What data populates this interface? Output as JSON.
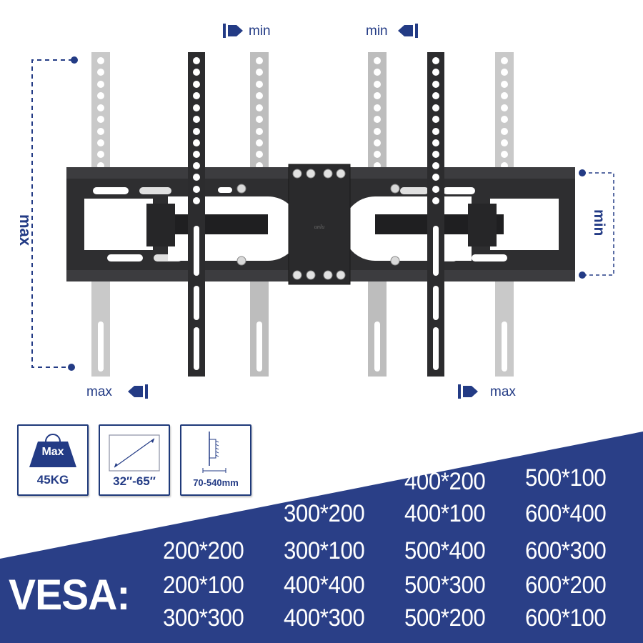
{
  "diagram": {
    "top_labels": {
      "left": "min",
      "right": "min"
    },
    "bottom_labels": {
      "left": "max",
      "right": "max"
    },
    "side_labels": {
      "left": "max",
      "right": "min"
    },
    "center_plate_mark": "unlu",
    "colors": {
      "accent": "#233b85",
      "bracket_dark": "#2b2b2d",
      "bracket_ghost": "#c8c8c8",
      "banner": "#2a3f87"
    }
  },
  "spec_icons": [
    {
      "name": "max-load",
      "badge": "Max",
      "caption": "45KG"
    },
    {
      "name": "screen-size",
      "caption": "32″-65″"
    },
    {
      "name": "wall-distance",
      "caption": "70-540mm"
    }
  ],
  "vesa": {
    "title": "VESA:",
    "columns": [
      [
        "200*200",
        "200*100",
        "300*300"
      ],
      [
        "300*200",
        "300*100",
        "400*400",
        "400*300"
      ],
      [
        "400*200",
        "400*100",
        "500*400",
        "500*300",
        "500*200"
      ],
      [
        "500*100",
        "600*400",
        "600*300",
        "600*200",
        "600*100"
      ]
    ]
  }
}
